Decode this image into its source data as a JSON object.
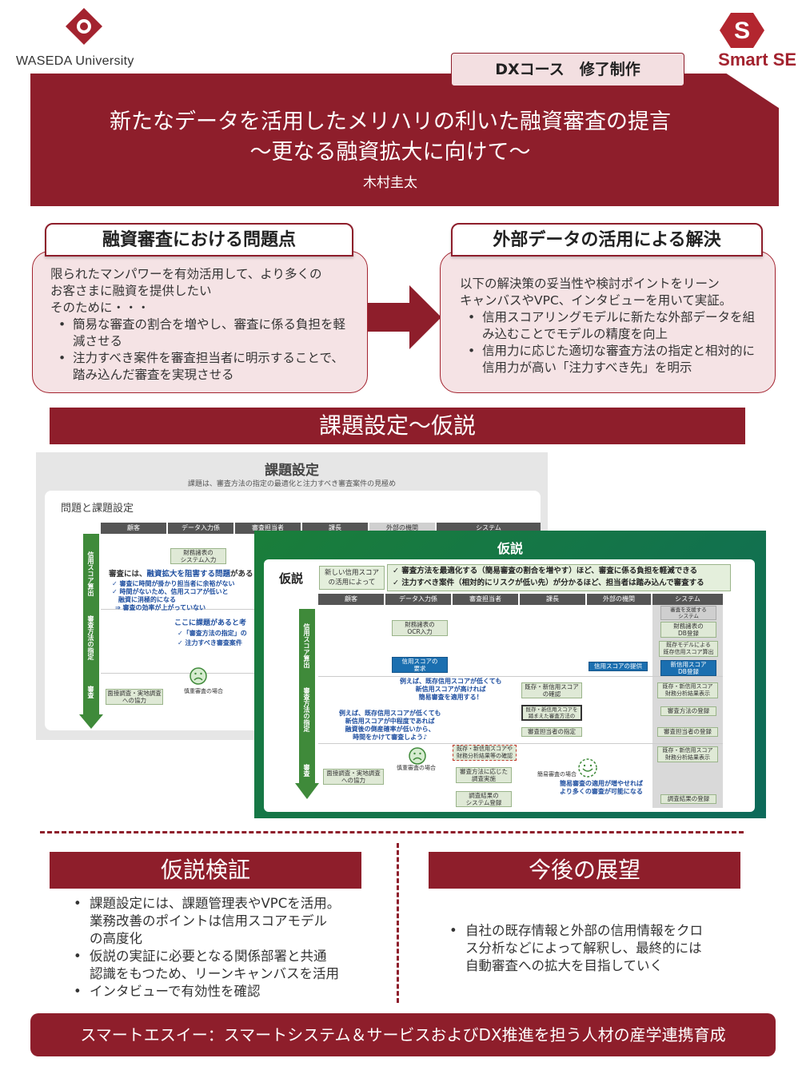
{
  "header": {
    "waseda_name": "WASEDA University",
    "smartse_name": "Smart SE",
    "course_tag": "DXコース　修了制作",
    "title_line1": "新たなデータを活用したメリハリの利いた融資審査の提言",
    "title_line2": "～更なる融資拡大に向けて～",
    "author": "木村圭太"
  },
  "problem": {
    "heading": "融資審査における問題点",
    "intro1": "限られたマンパワーを有効活用して、より多くの",
    "intro2": "お客さまに融資を提供したい",
    "intro3": "そのために・・・",
    "bullets": [
      "簡易な審査の割合を増やし、審査に係る負担を軽減させる",
      "注力すべき案件を審査担当者に明示することで、踏み込んだ審査を実現させる"
    ]
  },
  "solution": {
    "heading": "外部データの活用による解決",
    "intro1": "以下の解決策の妥当性や検討ポイントをリーン",
    "intro2": "キャンバスやVPC、インタビューを用いて実証。",
    "bullets": [
      "信用スコアリングモデルに新たな外部データを組み込むことでモデルの精度を向上",
      "信用力に応じた適切な審査方法の指定と相対的に信用力が高い「注力すべき先」を明示"
    ]
  },
  "sections": {
    "hypothesis": "課題設定～仮説",
    "verification": "仮説検証",
    "outlook": "今後の展望"
  },
  "slide1": {
    "title": "課題設定",
    "subtitle": "課題は、審査方法の指定の最適化と注力すべき審査案件の見極め",
    "panel_title": "問題と課題設定",
    "columns": [
      "顧客",
      "データ入力係",
      "審査担当者",
      "課長",
      "外部の機関",
      "システム"
    ],
    "lanes": [
      "信用スコア算出",
      "審査方法の指定",
      "審査"
    ],
    "box_financial": "財務諸表の\nシステム入力",
    "issue_lead": "審査には、",
    "issue_highlight": "融資拡大を阻害する問題",
    "issue_tail": "がある",
    "issue_items": [
      "✓ 審査に時間が掛かり担当者に余裕がない",
      "✓ 時間がないため、信用スコアが低いと",
      "　融資に消極的になる"
    ],
    "issue_effect": "⇒ 審査の効率が上がっていない",
    "task_lead": "ここに課題があると考",
    "task_items": [
      "✓「審査方法の指定」の",
      "✓ 注力すべき審査案件"
    ],
    "careful_label": "慎重審査の場合",
    "box_field": "面接調査・実地調査\nへの協力"
  },
  "slide2": {
    "title": "仮説",
    "label": "仮説",
    "new_info": "新しい信用スコア\nの活用によって",
    "point1": "✓ 審査方法を最適化する（簡易審査の割合を増やす）ほど、審査に係る負担を軽減できる",
    "point2": "✓ 注力すべき案件（相対的にリスクが低い先）が分かるほど、担当者は踏み込んで審査する",
    "columns": [
      "顧客",
      "データ入力係",
      "審査担当者",
      "課長",
      "外部の機関",
      "システム"
    ],
    "lanes": [
      "信用スコア算出",
      "審査方法の指定",
      "審査"
    ],
    "boxes": {
      "ocr": "財務諸表の\nOCR入力",
      "score_request": "信用スコアの\n要求",
      "score_provide": "信用スコアの提供",
      "sys_support": "審査を支援する\nシステム",
      "db1": "財務諸表の\nDB登録",
      "model": "既存モデルによる\n既存信用スコア算出",
      "new_db": "新信用スコア\nDB登録",
      "confirm": "既存・新信用スコア\nの確認",
      "cross": "既存・新信用スコア\n財務分析結果表示",
      "decided": "既存・新信用スコアを\n踏まえた審査方法の",
      "method_reg": "審査方法の登録",
      "assign": "審査担当者の指定",
      "assign_reg": "審査担当者の登録",
      "confirm2": "既存・新信用スコアや\n財務分析結果等の確認",
      "cross2": "既存・新信用スコア\n財務分析結果表示",
      "field": "面接調査・実地調査\nへの協力",
      "method_exec": "審査方法に応じた\n調査実施",
      "result_reg": "調査結果の\nシステム登録",
      "result_db": "調査結果の登録"
    },
    "note1": "例えば、既存信用スコアが低くても\n新信用スコアが高ければ\n簡易審査を適用する！",
    "note2": "例えば、既存信用スコアが低くても\n新信用スコアが中程度であれば\n融資後の倒産確率が低いから、\n時間をかけて審査しよう♪",
    "note3": "簡易審査の適用が増やせれば\nより多くの審査が可能になる",
    "careful_label": "慎重審査の場合",
    "simple_label": "簡易審査の場合"
  },
  "verification": {
    "bullets": [
      [
        "課題設定には、課題管理表やVPCを活用。",
        "業務改善のポイントは信用スコアモデル",
        "の高度化"
      ],
      [
        "仮説の実証に必要となる関係部署と共通",
        "認識をもつため、リーンキャンバスを活用"
      ],
      [
        "インタビューで有効性を確認"
      ]
    ]
  },
  "outlook": {
    "lines": [
      "自社の既存情報と外部の信用情報をクロ",
      "ス分析などによって解釈し、最終的には",
      "自動審査への拡大を目指していく"
    ]
  },
  "footer": "スマートエスイー：スマートシステム＆サービスおよびDX推進を担う人材の産学連携育成",
  "colors": {
    "brand": "#8e1e2b",
    "accent_green": "#1a7e3a",
    "box_fill": "#f5e3e5"
  }
}
